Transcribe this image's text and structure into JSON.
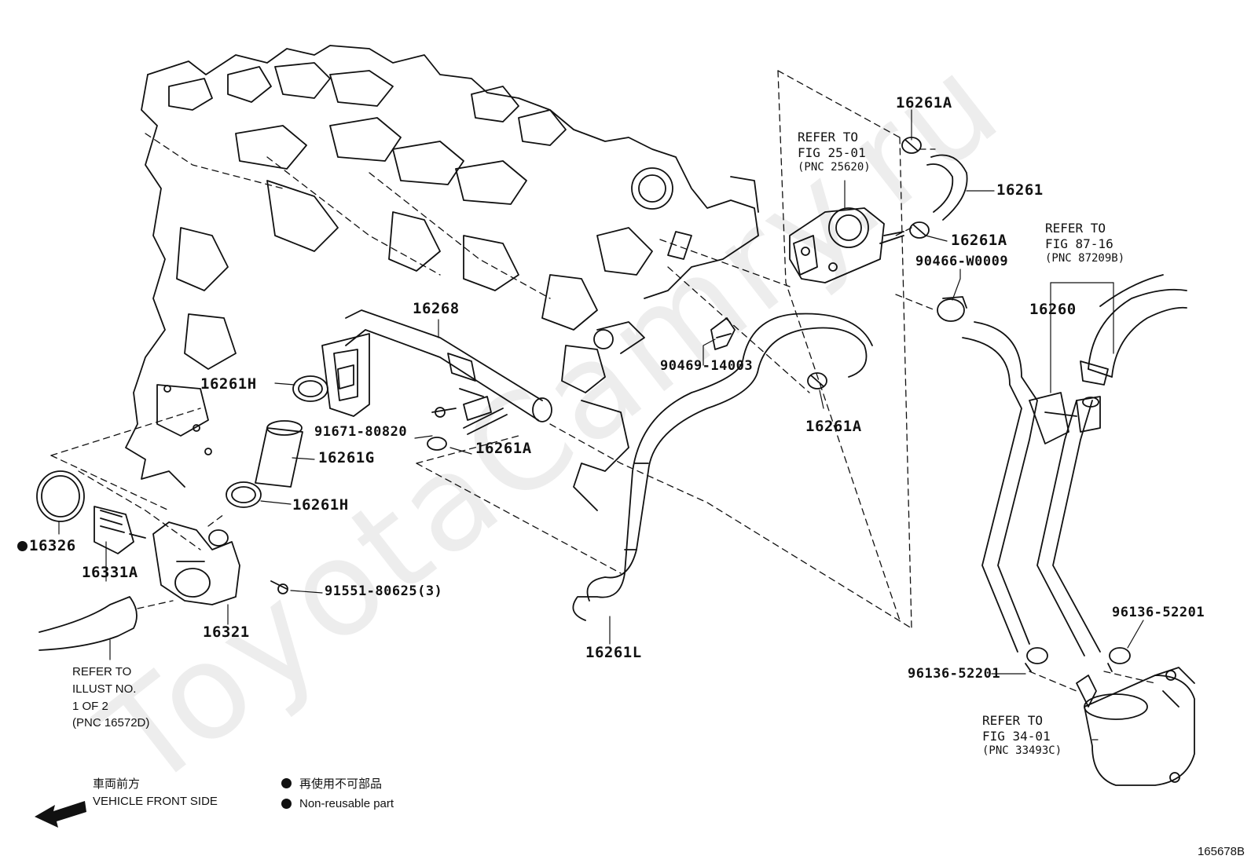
{
  "parts": {
    "p16261A_top": "16261A",
    "p16261": "16261",
    "p16261A_mid": "16261A",
    "p90466": "90466-W0009",
    "p16260": "16260",
    "p16268": "16268",
    "p16261H_top": "16261H",
    "p91671": "91671-80820",
    "p16261A_low": "16261A",
    "p16261G": "16261G",
    "p16261H_low": "16261H",
    "p90469": "90469-14003",
    "p16261A_right": "16261A",
    "p16326": "16326",
    "p16331A": "16331A",
    "p16321": "16321",
    "p91551": "91551-80625(3)",
    "p16261L": "16261L",
    "p96136_right": "96136-52201",
    "p96136_left": "96136-52201"
  },
  "refs": {
    "fig25": {
      "line1": "REFER TO",
      "line2": "FIG 25-01",
      "line3": "(PNC 25620)"
    },
    "fig87": {
      "line1": "REFER TO",
      "line2": "FIG 87-16",
      "line3": "(PNC 87209B)"
    },
    "fig34": {
      "line1": "REFER TO",
      "line2": "FIG 34-01",
      "line3": "(PNC 33493C)"
    },
    "illust": {
      "line1": "REFER TO",
      "line2": "ILLUST NO.",
      "line3": "1 OF 2",
      "line4": "(PNC 16572D)"
    }
  },
  "direction": {
    "jp": "車両前方",
    "en": "VEHICLE FRONT SIDE"
  },
  "legend": {
    "jp": "再使用不可部品",
    "en": "Non-reusable part"
  },
  "watermark": "ToyotaCamry.ru",
  "figure_id": "165678B"
}
